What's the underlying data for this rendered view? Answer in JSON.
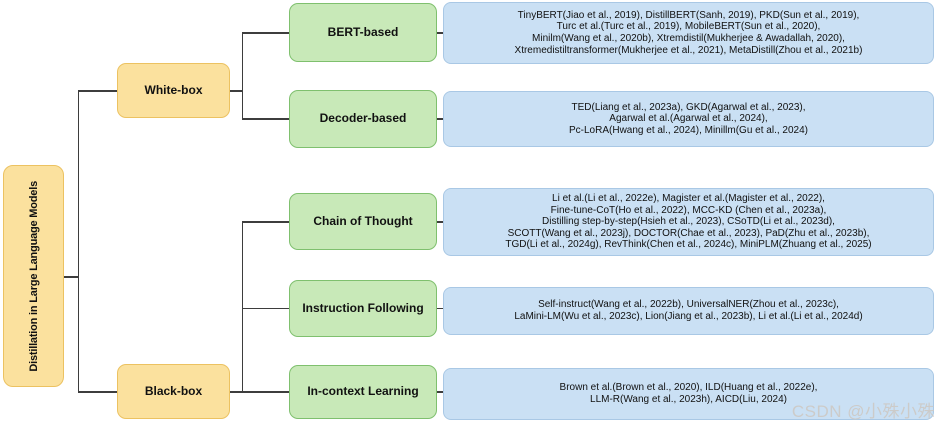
{
  "figure": {
    "root_label": "Distillation in Large Language Models",
    "watermark": "CSDN @小殊小殊"
  },
  "colors": {
    "yellow_fill": "#fbe19e",
    "yellow_border": "#ecc261",
    "green_fill": "#c8e9b8",
    "green_border": "#7fc06e",
    "blue_fill": "#cae0f4",
    "blue_border": "#a9c8e5",
    "line": "#3d3d3d"
  },
  "branches": [
    {
      "label": "White-box",
      "children": [
        {
          "label": "BERT-based",
          "citations": [
            "TinyBERT(Jiao et al., 2019), DistillBERT(Sanh, 2019), PKD(Sun et al., 2019),",
            "Turc et al.(Turc et al., 2019), MobileBERT(Sun et al., 2020),",
            "Minilm(Wang et al., 2020b), Xtremdistil(Mukherjee & Awadallah, 2020),",
            "Xtremedistiltransformer(Mukherjee et al., 2021), MetaDistill(Zhou et al., 2021b)"
          ]
        },
        {
          "label": "Decoder-based",
          "citations": [
            "TED(Liang et al., 2023a), GKD(Agarwal et al., 2023),",
            "Agarwal et al.(Agarwal et al., 2024),",
            "Pc-LoRA(Hwang et al., 2024), Minillm(Gu et al., 2024)"
          ]
        }
      ]
    },
    {
      "label": "Black-box",
      "children": [
        {
          "label": "Chain of Thought",
          "citations": [
            "Li et al.(Li et al., 2022e), Magister et al.(Magister et al., 2022),",
            "Fine-tune-CoT(Ho et al., 2022), MCC-KD (Chen et al., 2023a),",
            "Distilling step-by-step(Hsieh et al., 2023), CSoTD(Li et al., 2023d),",
            "SCOTT(Wang et al., 2023j), DOCTOR(Chae et al., 2023), PaD(Zhu et al., 2023b),",
            "TGD(Li et al., 2024g), RevThink(Chen et al., 2024c), MiniPLM(Zhuang et al., 2025)"
          ]
        },
        {
          "label": "Instruction Following",
          "citations": [
            "Self-instruct(Wang et al., 2022b), UniversalNER(Zhou et al., 2023c),",
            "LaMini-LM(Wu et al., 2023c), Lion(Jiang et al., 2023b), Li et al.(Li et al., 2024d)"
          ]
        },
        {
          "label": "In-context Learning",
          "citations": [
            "Brown et al.(Brown et al., 2020), ILD(Huang et al., 2022e),",
            "LLM-R(Wang et al., 2023h), AICD(Liu, 2024)"
          ]
        }
      ]
    }
  ]
}
